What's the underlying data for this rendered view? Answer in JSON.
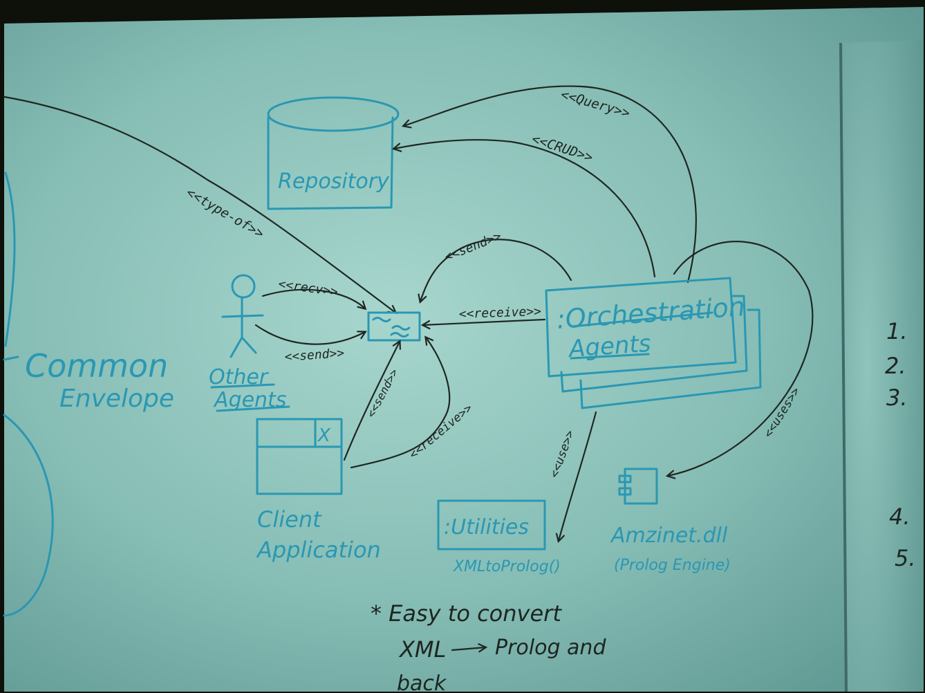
{
  "diagram": {
    "nodes": {
      "repository": "Repository",
      "other_agents": [
        "Other",
        "Agents"
      ],
      "common_envelope": [
        "Common",
        "Envelope"
      ],
      "client_application": [
        "Client",
        "Application"
      ],
      "client_window_close": "X",
      "orchestration": [
        ":Orchestration",
        "Agents"
      ],
      "utilities": ":Utilities",
      "utilities_method": "XMLtoProlog()",
      "amzinet": "Amzinet.dll",
      "amzinet_note": "(Prolog Engine)"
    },
    "stereotypes": {
      "type_of": "<<type-of>>",
      "query": "<<Query>>",
      "crud": "<<CRUD>>",
      "send_orch": "<<send>>",
      "recv": "<<recv>>",
      "send_agents": "<<send>>",
      "receive_orch": "<<receive>>",
      "send_client": "<<send>>",
      "receive_client": "<<receive>>",
      "use": "<<use>>",
      "uses": "<<uses>>"
    },
    "note": {
      "line1": "* Easy to convert",
      "line2": "XML",
      "line2b": "Prolog and",
      "line3": "back"
    },
    "side_numbers": [
      "1.",
      "2.",
      "3.",
      "4.",
      "5."
    ]
  },
  "colors": {
    "ink_blue": "#2a97b3",
    "ink_dark": "#1d2520",
    "board": "#7fb8b2"
  }
}
